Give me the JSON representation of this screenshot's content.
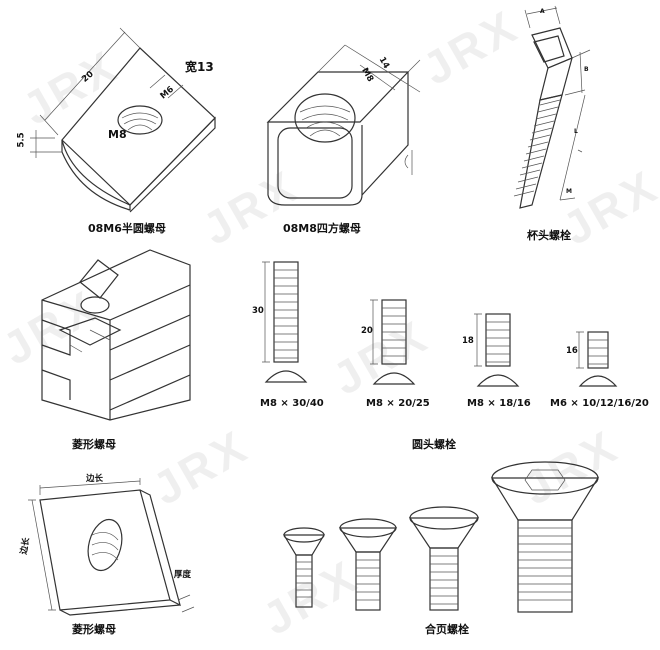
{
  "watermark": "JRX",
  "captions": {
    "half_round_nut": "08M6半圆螺母",
    "square_nut": "08M8四方螺母",
    "cup_head_bolt": "杯头螺栓",
    "diamond_nut_1": "菱形螺母",
    "button_head_bolt": "圆头螺栓",
    "diamond_nut_2": "菱形螺母",
    "flat_head_bolt": "合页螺栓"
  },
  "half_round_nut_dims": {
    "len": "20",
    "thread_small": "M6",
    "thread_main": "M8",
    "height": "5.5",
    "width": "宽13"
  },
  "square_nut_dims": {
    "width": "14",
    "thread": "M8"
  },
  "cup_bolt_dims": {
    "a": "A",
    "b": "B",
    "l": "L",
    "m": "M"
  },
  "button_bolts": [
    {
      "label": "M8 × 30/40",
      "len": "30"
    },
    {
      "label": "M8 × 20/25",
      "len": "20"
    },
    {
      "label": "M8 × 18/16",
      "len": "18"
    },
    {
      "label": "M6 × 10/12/16/20",
      "len": "16"
    }
  ],
  "diamond_nut_dims": {
    "side_top": "边长",
    "side_left": "边长",
    "thickness": "厚度"
  }
}
